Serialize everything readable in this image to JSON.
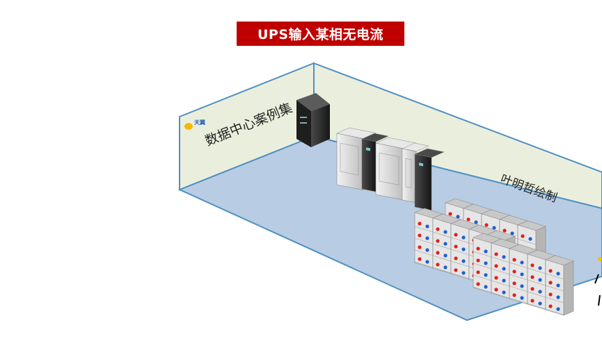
{
  "title": "UPS输入某相无电流",
  "left_wall_text": "数据中心案例集",
  "right_wall_text": "叶明哲绘制",
  "logo_text": "天翼",
  "battery_cabinets": 15,
  "colors": {
    "title_bg": "#c00000",
    "floor": "#b8cce4",
    "wall": "#eaefdd",
    "wall_edge": "#4f8fc0",
    "ups_body": "#d9d9d9",
    "ups_dark": "#2b2b2b",
    "battery_red": "#e02020",
    "battery_blue": "#1f5fd0"
  }
}
